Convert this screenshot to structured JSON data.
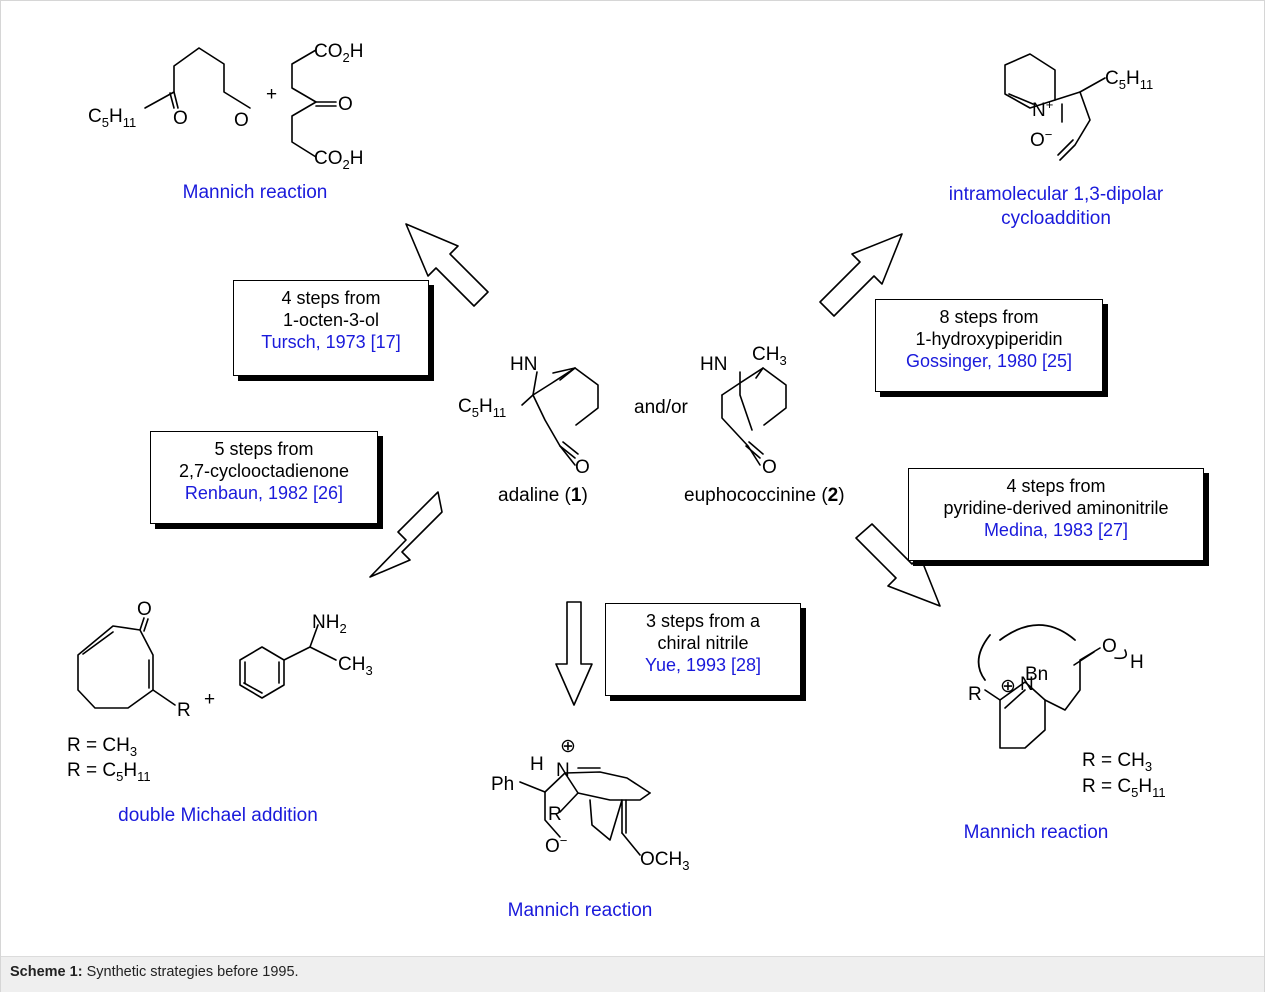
{
  "caption": {
    "label": "Scheme 1:",
    "text": "Synthetic strategies before 1995."
  },
  "compounds": {
    "adaline": {
      "name": "adaline",
      "number": "1"
    },
    "euphococcinine": {
      "name": "euphococcinine",
      "number": "2"
    },
    "connector": "and/or"
  },
  "boxes": [
    {
      "line1": "4 steps from",
      "line2": "1-octen-3-ol",
      "ref": "Tursch, 1973 [17]"
    },
    {
      "line1": "5 steps from",
      "line2": "2,7-cyclooctadienone",
      "ref": "Renbaun, 1982 [26]"
    },
    {
      "line1": "8 steps from",
      "line2": "1-hydroxypiperidin",
      "ref": "Gossinger, 1980 [25]"
    },
    {
      "line1": "4 steps from",
      "line2": "pyridine-derived aminonitrile",
      "ref": "Medina, 1983 [27]"
    },
    {
      "line1": "3 steps from a",
      "line2": "chiral nitrile",
      "ref": "Yue, 1993 [28]"
    }
  ],
  "reactions": {
    "top_left": "Mannich reaction",
    "top_right_line1": "intramolecular 1,3-dipolar",
    "top_right_line2": "cycloaddition",
    "bottom_left": "double Michael addition",
    "bottom_center": "Mannich reaction",
    "bottom_right": "Mannich reaction"
  },
  "r_groups": {
    "left_1": "R = CH",
    "left_1_sub": "3",
    "left_2": "R = C",
    "left_2_sub1": "5",
    "left_2_h": "H",
    "left_2_sub2": "11",
    "right_1": "R = CH",
    "right_1_sub": "3",
    "right_2": "R = C",
    "right_2_sub1": "5",
    "right_2_h": "H",
    "right_2_sub2": "11"
  },
  "atoms": {
    "c5h11_c": "C",
    "c5h11_5": "5",
    "c5h11_h": "H",
    "c5h11_11": "11",
    "o": "O",
    "plus": "+",
    "co2h_a": "CO",
    "co2h_2": "2",
    "co2h_h": "H",
    "nplus": "N",
    "sup_plus": "+",
    "ominus": "O",
    "sup_minus": "−",
    "hn": "HN",
    "ch3_ch": "CH",
    "ch3_3": "3",
    "nh2": "NH",
    "nh2_2": "2",
    "r": "R",
    "ph": "Ph",
    "h": "H",
    "n": "N",
    "circled_plus": "⊕",
    "och3_och": "OCH",
    "bn": "Bn"
  }
}
